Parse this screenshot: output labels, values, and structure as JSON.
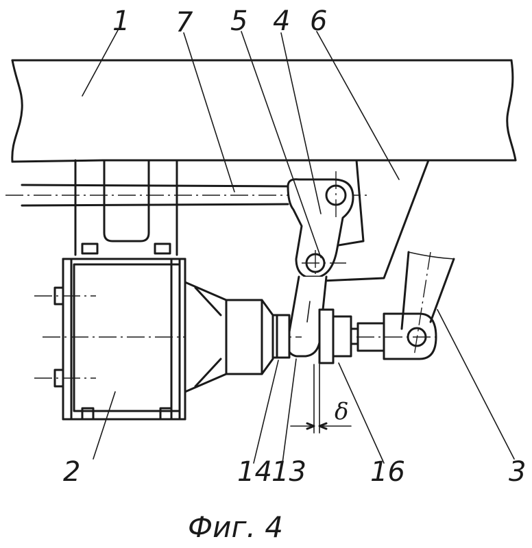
{
  "labels": {
    "frame": "1",
    "cylinder": "2",
    "rod": "3",
    "lever": "4",
    "pin": "5",
    "bracket": "6",
    "link": "7",
    "part13": "13",
    "part14": "14",
    "part16": "16"
  },
  "gap_symbol": "δ",
  "caption": "Фиг. 4"
}
